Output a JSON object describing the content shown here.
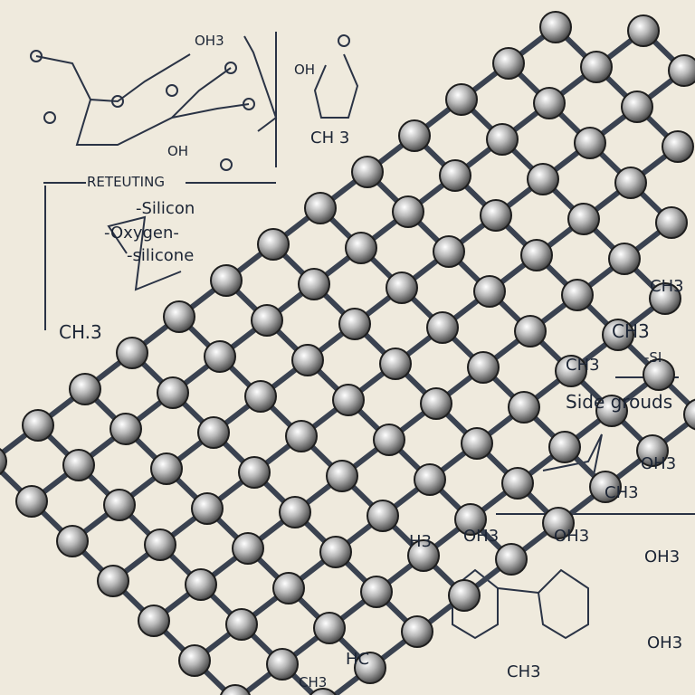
{
  "legend": {
    "title": "RETEUTING",
    "items": [
      "-Silicon",
      "-Oxygen-",
      "-silicone"
    ]
  },
  "labels": {
    "top_oh3": "OH3",
    "top_oh": "OH",
    "top_oh2": "OH",
    "top_ch3": "CH 3",
    "left_ch3": "CH.3",
    "right_ch3_a": "CH3",
    "right_ch3_b": "CH3",
    "right_ch3_c": "CH3",
    "right_si": "-SI",
    "side_groups": "Side grouds",
    "side_oh3": "OH3",
    "side_ch3": "CH3",
    "bottom_h3": "H3",
    "bottom_oh3_a": "OH3",
    "bottom_oh3_b": "OH3",
    "bottom_oh3_c": "OH3",
    "bottom_oh3_d": "OH3",
    "bottom_hc": "HC",
    "bottom_ch3_a": "CH3",
    "bottom_ch3_b": "CH3"
  },
  "colors": {
    "background": "#efeadd",
    "ink": "#1c2535",
    "atom": "#9a9a9a",
    "bond": "#3a4250"
  }
}
